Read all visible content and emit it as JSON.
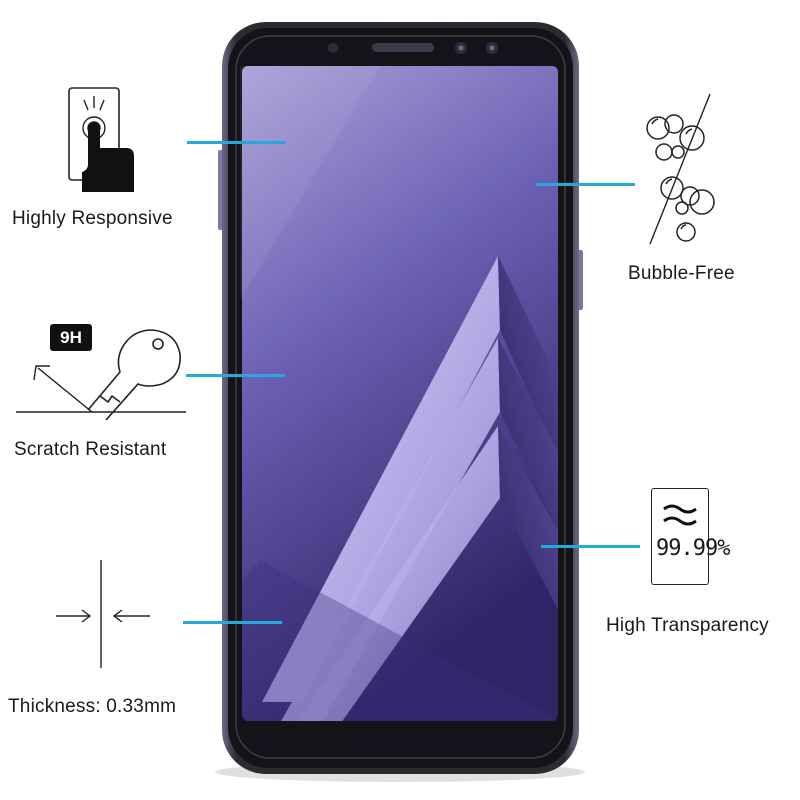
{
  "features": {
    "responsive": {
      "label": "Highly Responsive",
      "icon": "touch-finger-icon"
    },
    "bubble_free": {
      "label": "Bubble-Free",
      "icon": "bubbles-icon"
    },
    "scratch": {
      "label": "Scratch Resistant",
      "icon": "key-scratch-icon",
      "hardness": "9H"
    },
    "transparency": {
      "label": "High Transparency",
      "icon": "transparency-icon",
      "value": "99.99%"
    },
    "thickness": {
      "label": "Thickness: 0.33mm",
      "icon": "thickness-arrows-icon"
    }
  },
  "colors": {
    "connector": "#27a8dc",
    "screen_top": "#a79ed6",
    "screen_bottom": "#3b2f78",
    "phone_frame": "#1c1c20"
  }
}
